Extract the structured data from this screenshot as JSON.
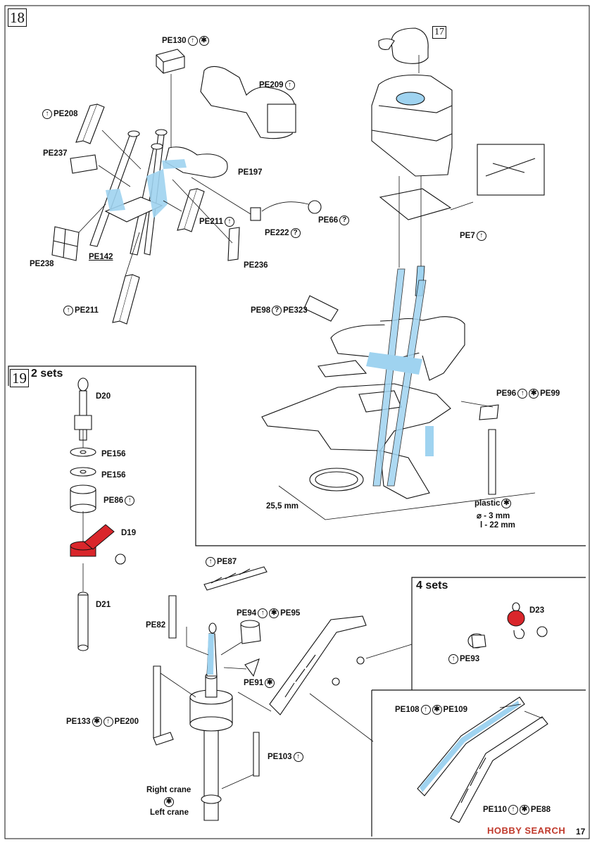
{
  "step18": {
    "number": "18",
    "ref_step": "17",
    "labels": {
      "pe130": "PE130",
      "pe209": "PE209",
      "pe208": "PE208",
      "pe237": "PE237",
      "pe197": "PE197",
      "pe211a": "PE211",
      "pe222": "PE222",
      "pe66": "PE66",
      "pe238": "PE238",
      "pe142": "PE142",
      "pe236": "PE236",
      "pe211b": "PE211",
      "pe7": "PE7",
      "pe98": "PE98",
      "pe323": "PE323",
      "pe96": "PE96",
      "pe99": "PE99",
      "plastic": "plastic",
      "diameter": "- 3 mm",
      "length": "l - 22 mm",
      "dim": "25,5 mm"
    }
  },
  "step19": {
    "number": "19",
    "sets_main": "2 sets",
    "sets_hook": "4 sets",
    "labels": {
      "d20": "D20",
      "pe156a": "PE156",
      "pe156b": "PE156",
      "pe86": "PE86",
      "d19": "D19",
      "d21": "D21",
      "pe87": "PE87",
      "pe82": "PE82",
      "pe94": "PE94",
      "pe95": "PE95",
      "pe91": "PE91",
      "pe133": "PE133",
      "pe200": "PE200",
      "pe103": "PE103",
      "right_crane": "Right crane",
      "left_crane": "Left crane",
      "d23": "D23",
      "pe93": "PE93",
      "pe108": "PE108",
      "pe109": "PE109",
      "pe110": "PE110",
      "pe88": "PE88"
    }
  },
  "footer": {
    "watermark": "HOBBY SEARCH",
    "page_number": "17"
  },
  "colors": {
    "highlight_blue": "#9fd3f0",
    "highlight_red": "#d9262b",
    "line": "#111111"
  }
}
